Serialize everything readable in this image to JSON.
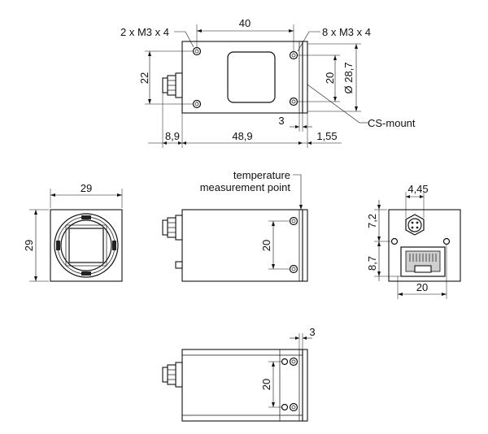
{
  "labels": {
    "top_left_thread": "2 x M3 x 4",
    "top_right_thread": "8 x M3 x 4",
    "top_width": "40",
    "top_height": "22",
    "top_bolt_spacing": "20",
    "top_diameter": "Ø 28,7",
    "top_flange_offset": "3",
    "cs_mount": "CS-mount",
    "bottom_left": "8,9",
    "bottom_center": "48,9",
    "bottom_right": "1,55",
    "temperature_line1": "temperature",
    "temperature_line2": "measurement point",
    "front_width": "29",
    "front_height": "29",
    "side_bolt_spacing": "20",
    "rear_top_offset": "4,45",
    "rear_left_upper": "7,2",
    "rear_left_lower": "8,7",
    "rear_width": "20",
    "bottom_view_offset": "3",
    "bottom_bolt_spacing": "20"
  },
  "colors": {
    "line": "#111111",
    "part_fill": "#ffffff",
    "detail_fill": "#cfcfcf"
  }
}
